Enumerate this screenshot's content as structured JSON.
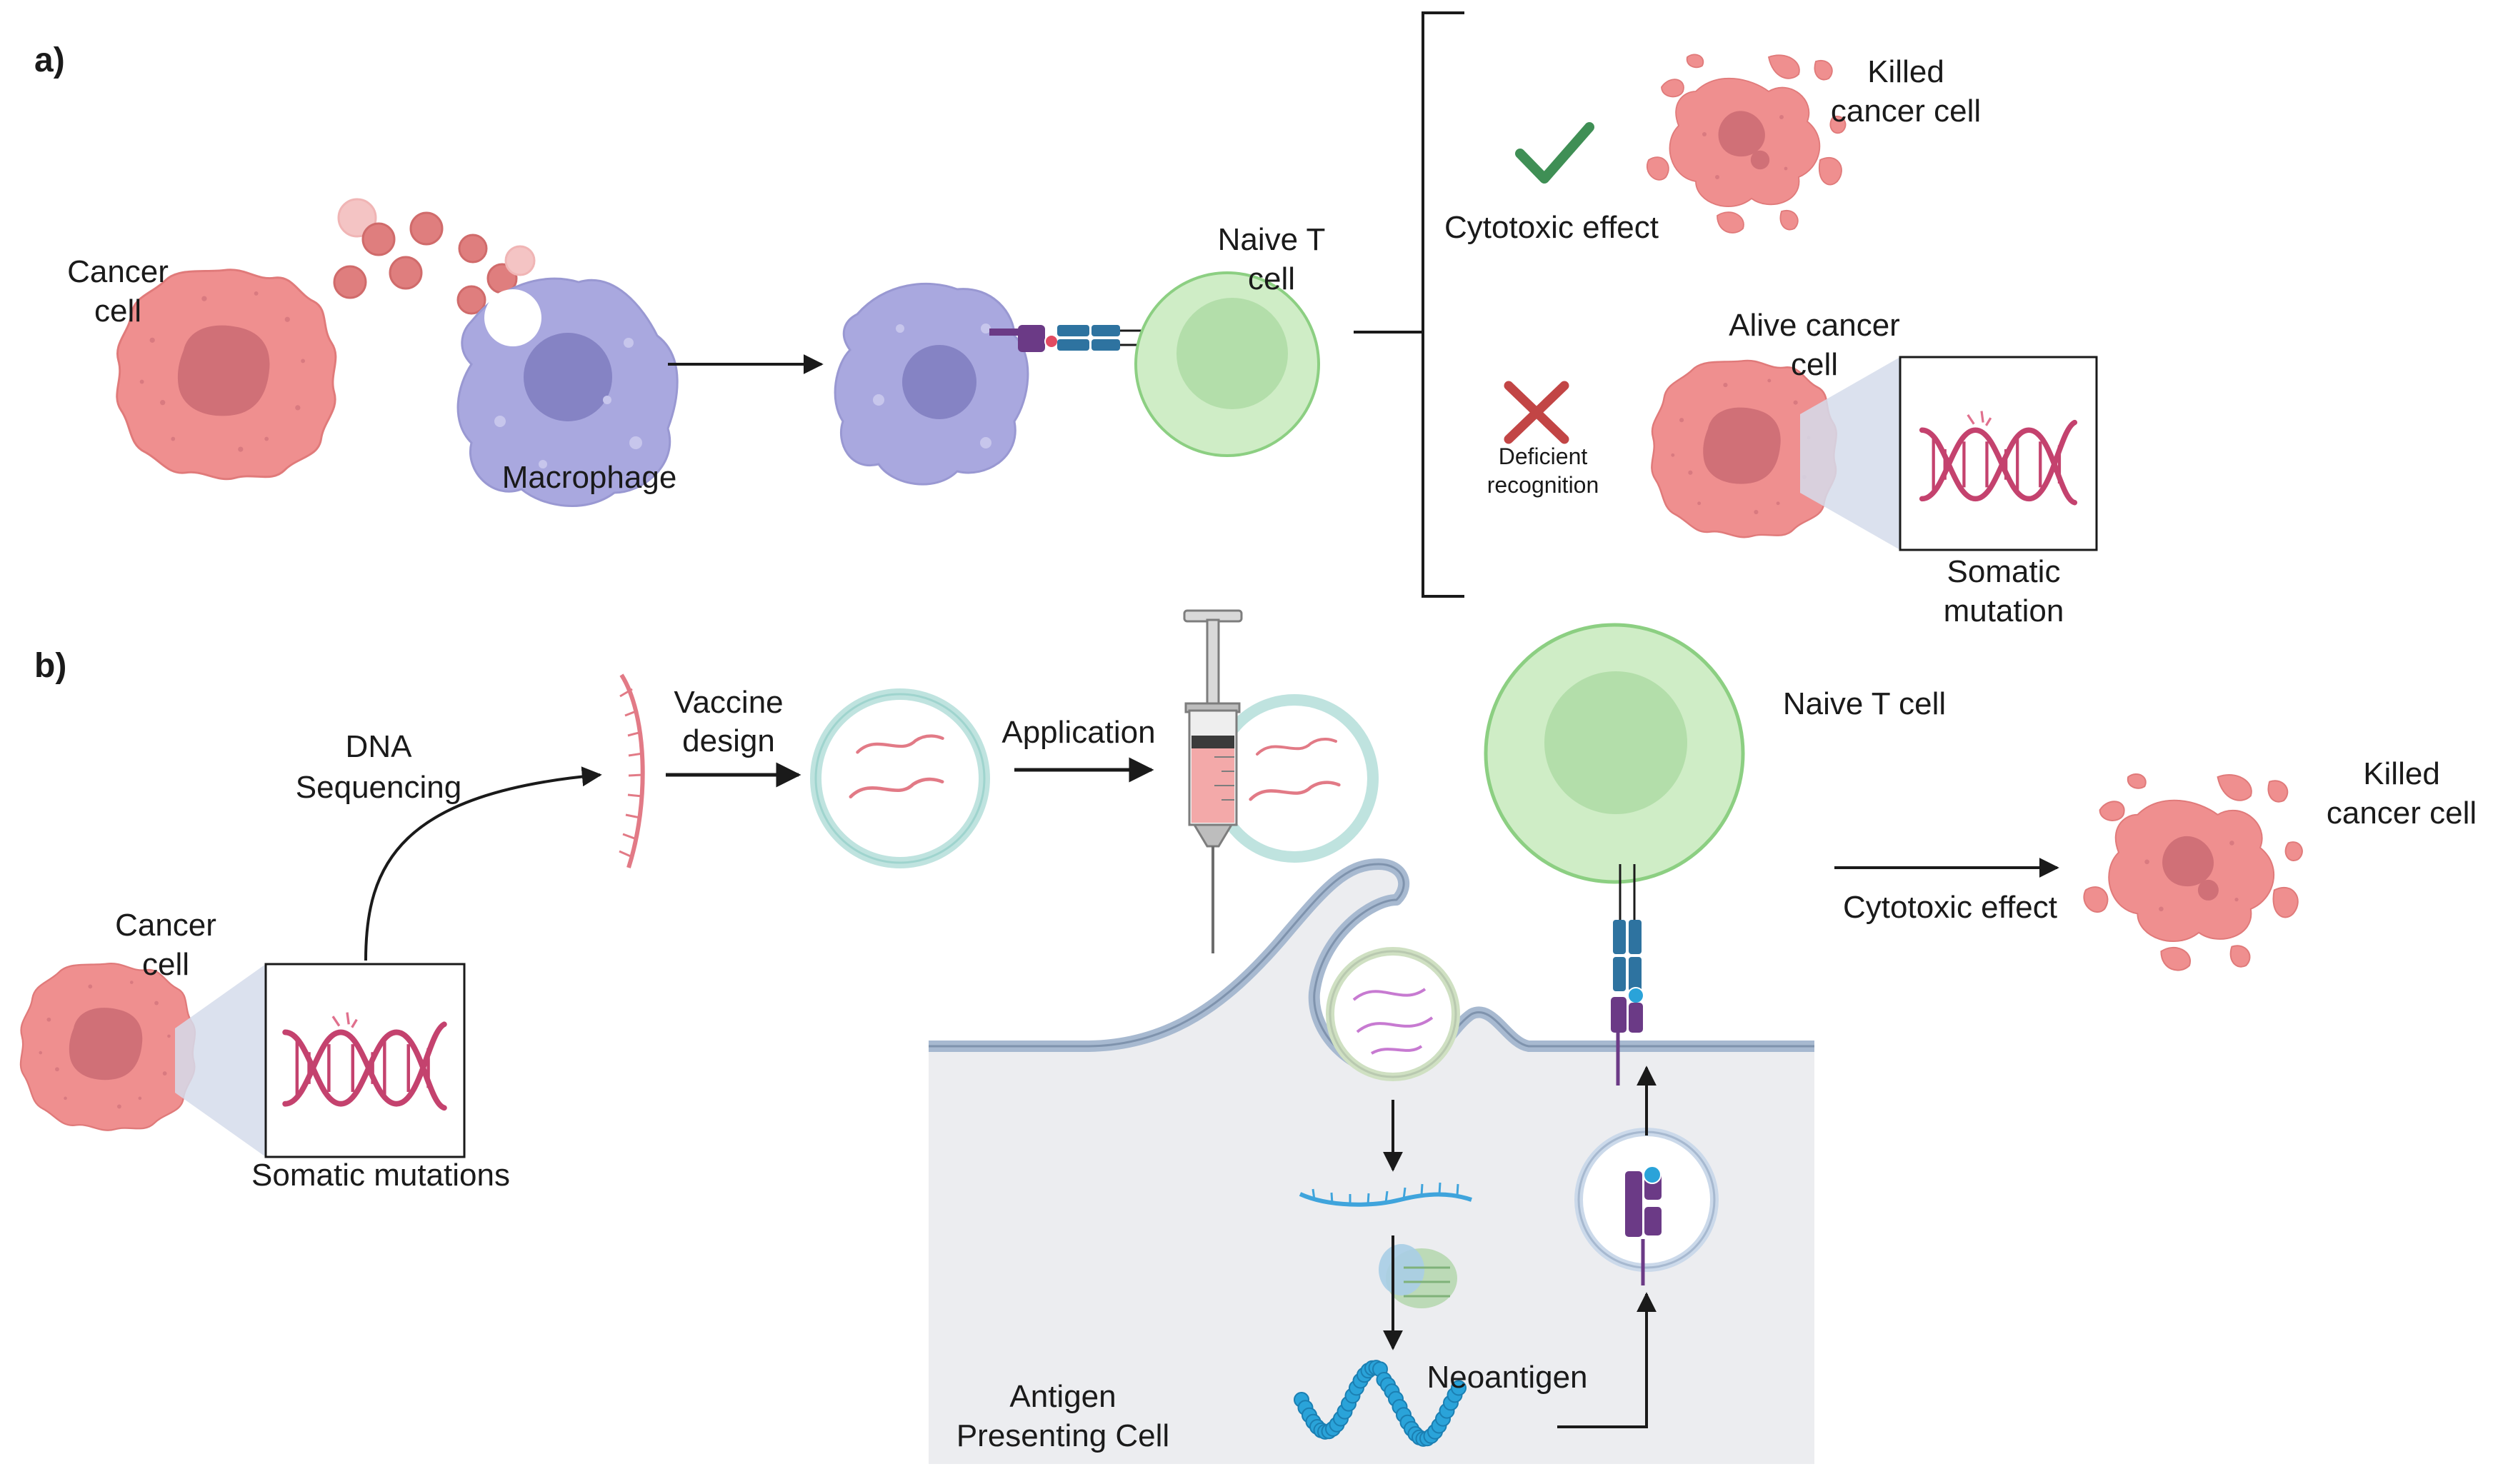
{
  "panel_a": {
    "tag": "a)",
    "cancer_cell": [
      "Cancer",
      "cell"
    ],
    "macrophage": "Macrophage",
    "naive_t_cell": [
      "Naive T",
      "cell"
    ],
    "killed_cancer_cell": [
      "Killed",
      "cancer cell"
    ],
    "cytotoxic_effect": "Cytotoxic effect",
    "alive_cancer_cell": [
      "Alive cancer",
      "cell"
    ],
    "deficient_recognition": [
      "Deficient",
      "recognition"
    ],
    "somatic_mutation": [
      "Somatic",
      "mutation"
    ]
  },
  "panel_b": {
    "tag": "b)",
    "cancer_cell": [
      "Cancer",
      "cell"
    ],
    "somatic_mutations": "Somatic mutations",
    "dna_sequencing": [
      "DNA",
      "Sequencing"
    ],
    "vaccine_design": [
      "Vaccine",
      "design"
    ],
    "application": "Application",
    "naive_t_cell": "Naive T cell",
    "cytotoxic_effect": "Cytotoxic effect",
    "killed_cancer_cell": [
      "Killed",
      "cancer cell"
    ],
    "neoantigen": "Neoantigen",
    "antigen_presenting_cell": [
      "Antigen",
      "Presenting Cell"
    ]
  },
  "colors": {
    "cancer": "#ef8f8f",
    "cancer_nucleus": "#d07077",
    "macrophage": "#a9a8df",
    "macrophage_nucleus": "#8583c4",
    "t_cell": "#cfedc6",
    "t_cell_nucleus": "#b3deaa",
    "dna": "#c4426e",
    "check": "#3f8f55",
    "cross": "#c24545",
    "mhc": "#6b3a86",
    "tcr": "#2e73a0",
    "apc_membrane": "#a7b9d0",
    "apc_fill": "#ecedf0",
    "mrna": "#e27a86",
    "neoantigen": "#2aa3d9"
  }
}
